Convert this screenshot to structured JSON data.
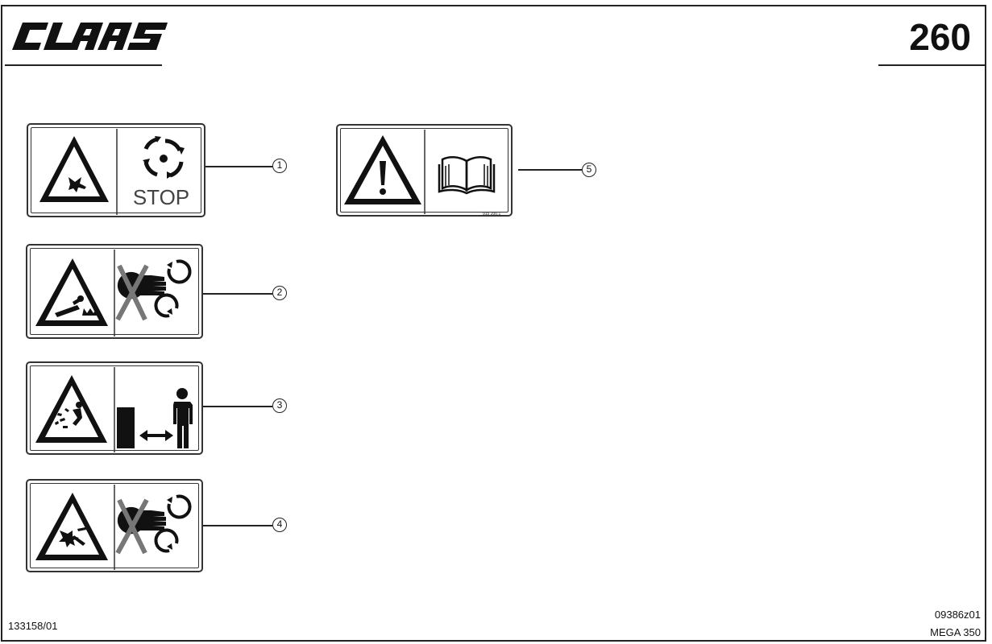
{
  "header": {
    "brand": "CLAAS",
    "page_number": "260"
  },
  "decals": [
    {
      "callout": "1",
      "pictograms": [
        "warning-triangle",
        "hand-crush",
        "rotating-parts",
        "stop-text"
      ],
      "text": "STOP"
    },
    {
      "callout": "2",
      "pictograms": [
        "warning-triangle",
        "body-drawn-in",
        "no-hand",
        "rotating-arrows"
      ]
    },
    {
      "callout": "3",
      "pictograms": [
        "warning-triangle",
        "thrown-objects",
        "keep-distance"
      ]
    },
    {
      "callout": "4",
      "pictograms": [
        "warning-triangle",
        "hand-crush",
        "no-hand",
        "rotating-arrows"
      ]
    },
    {
      "callout": "5",
      "pictograms": [
        "warning-exclamation",
        "manual-book"
      ],
      "part_number": "915 200.1"
    }
  ],
  "footer": {
    "doc_number": "133158/01",
    "drawing_number": "09386z01",
    "model": "MEGA 350"
  }
}
